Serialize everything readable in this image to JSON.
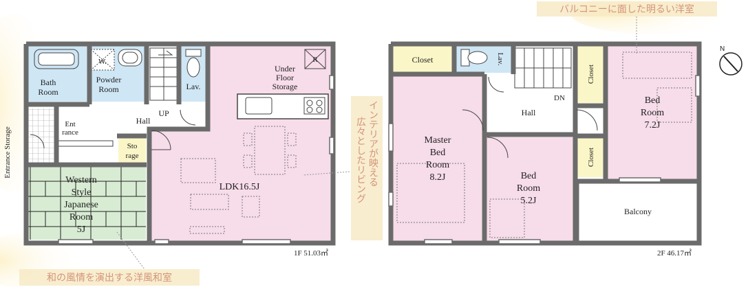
{
  "floor1": {
    "rooms": {
      "bath": [
        "Bath",
        "Room"
      ],
      "powder": [
        "Powder",
        "Room"
      ],
      "lav": "Lav.",
      "under_floor": [
        "Under",
        "Floor",
        "Storage"
      ],
      "up": "UP",
      "hall": "Hall",
      "entrance": [
        "Ent",
        "rance"
      ],
      "storage": [
        "Sto",
        "rage"
      ],
      "entrance_storage": "Entrance Storage",
      "western": [
        "Western",
        "Style",
        "Japanese",
        "Room",
        "5J"
      ],
      "ldk": "LDK16.5J",
      "w_mark": "W.",
      "r_mark": "R"
    },
    "area": "1F 51.03㎡"
  },
  "floor2": {
    "rooms": {
      "closet_top": "Closet",
      "lav": "Lav.",
      "master": [
        "Master",
        "Bed",
        "Room",
        "8.2J"
      ],
      "hall": "Hall",
      "dn": "DN",
      "closet_side1": "Closet",
      "closet_side2": "Closet",
      "bed72": [
        "Bed",
        "Room",
        "7.2J"
      ],
      "bed52": [
        "Bed",
        "Room",
        "5.2J"
      ],
      "balcony": "Balcony"
    },
    "area": "2F 46.17㎡"
  },
  "captions": {
    "balcony_room": "バルコニーに面した明るい洋室",
    "interior_line1": "インテリアが映える",
    "interior_line2": "広々としたリビング",
    "japanese_room": "和の風情を演出する洋風和室"
  },
  "compass": "N",
  "colors": {
    "wall": "#6b6b6b",
    "pink": "#f7dce9",
    "blue": "#cfe6f5",
    "green": "#d8ecd3",
    "yellow": "#fbf6c8",
    "white": "#ffffff",
    "caption_bg": "#f6e8c3"
  }
}
